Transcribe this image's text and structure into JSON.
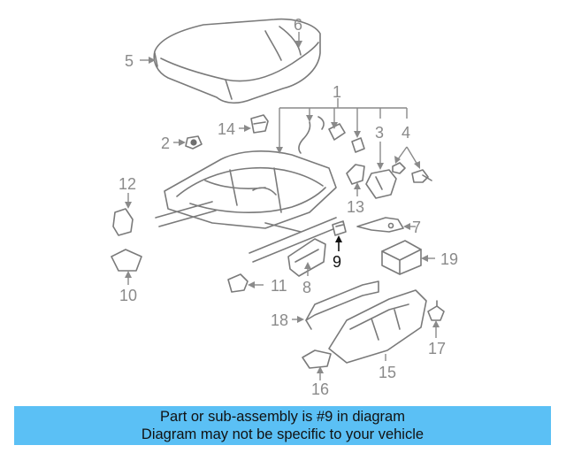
{
  "callouts": [
    "1",
    "2",
    "3",
    "4",
    "5",
    "6",
    "7",
    "8",
    "9",
    "10",
    "11",
    "12",
    "13",
    "14",
    "15",
    "16",
    "17",
    "18",
    "19"
  ],
  "highlight_part": "9",
  "colors": {
    "banner_bg": "#5bc0f5",
    "line": "#7a7a7a",
    "highlight": "#111111"
  },
  "banner": {
    "line1": "Part or sub-assembly is #9 in diagram",
    "line2": "Diagram may not be specific to your vehicle"
  }
}
